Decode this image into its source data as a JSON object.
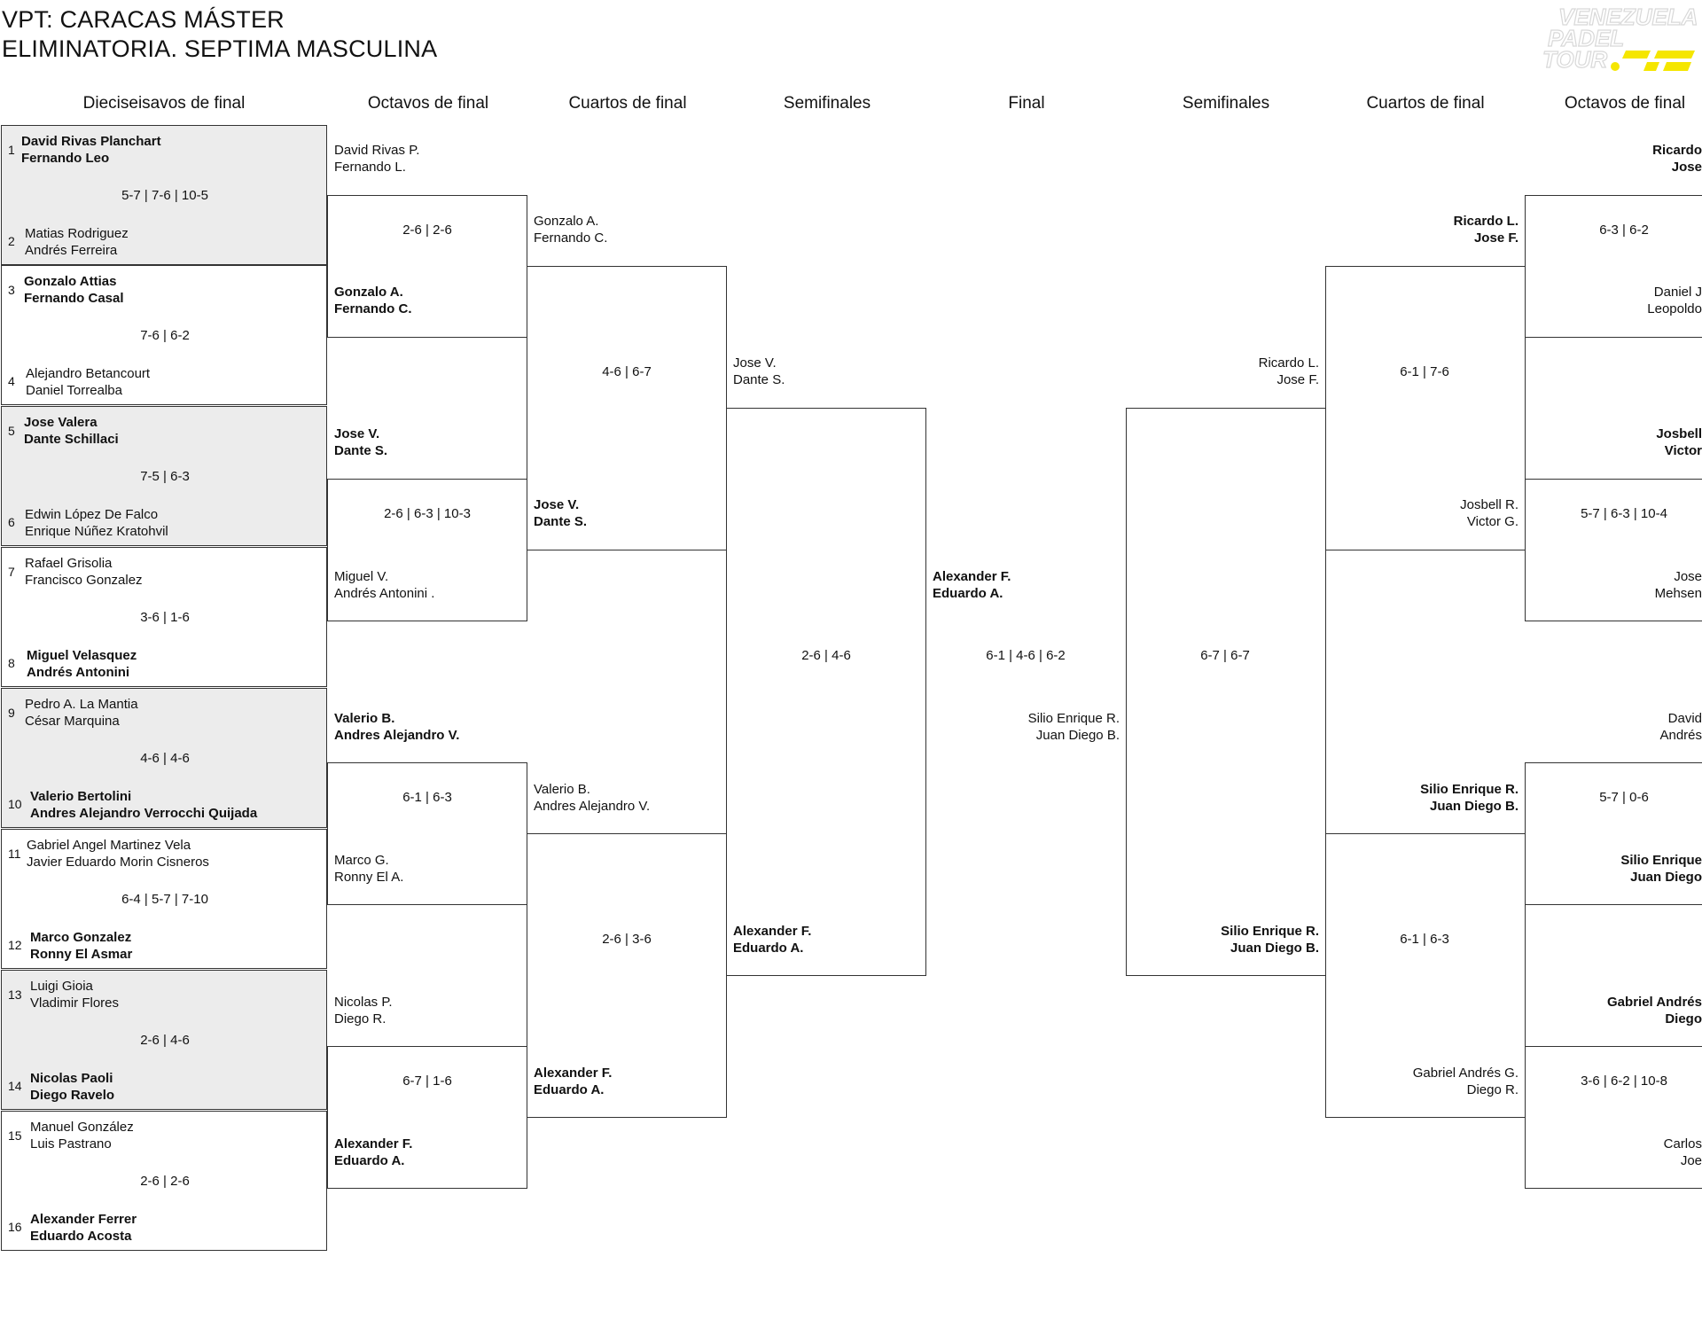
{
  "title_line1": "VPT: CARACAS MÁSTER",
  "title_line2": "ELIMINATORIA. SEPTIMA MASCULINA",
  "logo": {
    "line1": "VENEZUELA",
    "line2": "PADEL",
    "line3": "TOUR",
    "accent": "#f5e600"
  },
  "headers": [
    "Dieciseisavos de final",
    "Octavos de final",
    "Cuartos de final",
    "Semifinales",
    "Final",
    "Semifinales",
    "Cuartos de final",
    "Octavos de final"
  ],
  "r32": [
    {
      "n1": "1",
      "a": "David Rivas Planchart",
      "b": "Fernando Leo",
      "n2": "2",
      "c": "Matias Rodriguez",
      "d": "Andrés Ferreira",
      "score": "5-7 | 7-6 | 10-5"
    },
    {
      "n1": "3",
      "a": "Gonzalo Attias",
      "b": "Fernando Casal",
      "n2": "4",
      "c": "Alejandro Betancourt",
      "d": "Daniel Torrealba",
      "score": "7-6 | 6-2"
    },
    {
      "n1": "5",
      "a": "Jose Valera",
      "b": "Dante Schillaci",
      "n2": "6",
      "c": "Edwin López De Falco",
      "d": "Enrique Núñez Kratohvil",
      "score": "7-5 | 6-3"
    },
    {
      "n1": "7",
      "a": "Rafael Grisolia",
      "b": "Francisco Gonzalez",
      "n2": "8",
      "c": "Miguel Velasquez",
      "d": "Andrés Antonini",
      "score": "3-6 | 1-6"
    },
    {
      "n1": "9",
      "a": "Pedro A. La Mantia",
      "b": "César Marquina",
      "n2": "10",
      "c": "Valerio Bertolini",
      "d": "Andres Alejandro Verrocchi Quijada",
      "score": "4-6 | 4-6"
    },
    {
      "n1": "11",
      "a": "Gabriel Angel Martinez Vela",
      "b": "Javier Eduardo Morin Cisneros",
      "n2": "12",
      "c": "Marco Gonzalez",
      "d": "Ronny El Asmar",
      "score": "6-4 | 5-7 | 7-10"
    },
    {
      "n1": "13",
      "a": "Luigi Gioia",
      "b": "Vladimir Flores",
      "n2": "14",
      "c": "Nicolas Paoli",
      "d": "Diego Ravelo",
      "score": "2-6 | 4-6"
    },
    {
      "n1": "15",
      "a": "Manuel González",
      "b": "Luis Pastrano",
      "n2": "16",
      "c": "Alexander Ferrer",
      "d": "Eduardo Acosta",
      "score": "2-6 | 2-6"
    }
  ],
  "r16_left": [
    {
      "a": "David Rivas P.",
      "b": "Fernando L.",
      "c": "Gonzalo A.",
      "d": "Fernando C.",
      "score": "2-6 | 2-6"
    },
    {
      "a": "Jose V.",
      "b": "Dante S.",
      "c": "Miguel V.",
      "d": "Andrés Antonini .",
      "score": "2-6 | 6-3 | 10-3"
    },
    {
      "a": "Valerio B.",
      "b": "Andres Alejandro V.",
      "c": "Marco G.",
      "d": "Ronny El A.",
      "score": "6-1 | 6-3"
    },
    {
      "a": "Nicolas P.",
      "b": "Diego R.",
      "c": "Alexander F.",
      "d": "Eduardo A.",
      "score": "6-7 | 1-6"
    }
  ],
  "qf_left": [
    {
      "a": "Gonzalo A.",
      "b": "Fernando C.",
      "c": "Jose V.",
      "d": "Dante S.",
      "score": "4-6 | 6-7"
    },
    {
      "a": "Valerio B.",
      "b": "Andres Alejandro V.",
      "c": "Alexander F.",
      "d": "Eduardo A.",
      "score": "2-6 | 3-6"
    }
  ],
  "sf_left": {
    "a": "Jose V.",
    "b": "Dante S.",
    "c": "Alexander F.",
    "d": "Eduardo A.",
    "score": "2-6 | 4-6"
  },
  "final": {
    "a": "Alexander F.",
    "b": "Eduardo A.",
    "c": "Silio Enrique R.",
    "d": "Juan Diego B.",
    "score": "6-1 | 4-6 | 6-2"
  },
  "sf_right": {
    "a": "Ricardo L.",
    "b": "Jose F.",
    "c": "Silio Enrique R.",
    "d": "Juan Diego B.",
    "score": "6-7 | 6-7"
  },
  "qf_right": [
    {
      "a": "Ricardo L.",
      "b": "Jose F.",
      "c": "Josbell R.",
      "d": "Victor G.",
      "score": "6-1 | 7-6"
    },
    {
      "a": "Silio Enrique R.",
      "b": "Juan Diego B.",
      "c": "Gabriel Andrés G.",
      "d": "Diego R.",
      "score": "6-1 | 6-3"
    }
  ],
  "r16_right": [
    {
      "a": "Ricardo",
      "b": "Jose",
      "c": "Daniel J",
      "d": "Leopoldo",
      "score": "6-3 | 6-2"
    },
    {
      "a": "Josbell",
      "b": "Victor",
      "c": "Jose",
      "d": "Mehsen",
      "score": "5-7 | 6-3 | 10-4"
    },
    {
      "a": "David",
      "b": "Andrés",
      "c": "Silio Enrique",
      "d": "Juan Diego",
      "score": "5-7 | 0-6"
    },
    {
      "a": "Gabriel Andrés",
      "b": "Diego",
      "c": "Carlos",
      "d": "Joe",
      "score": "3-6 | 6-2 | 10-8"
    }
  ]
}
